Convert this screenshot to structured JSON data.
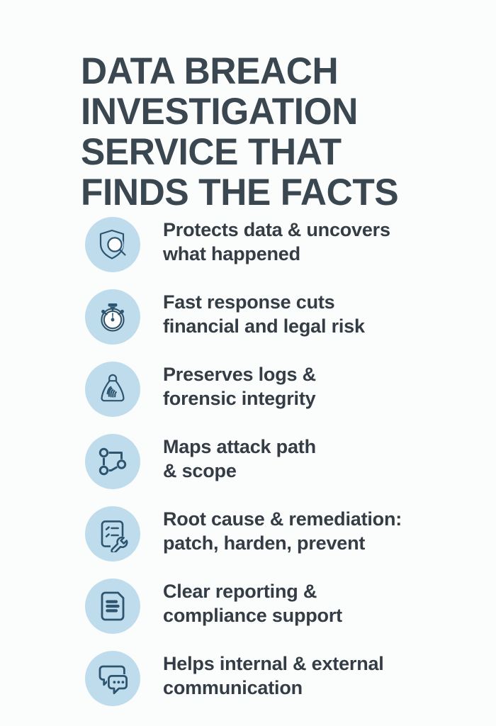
{
  "meta": {
    "background_color": "#fbfcfc",
    "heading_color": "#3a4750",
    "body_text_color": "#343d45",
    "badge_color": "#bfdcec",
    "icon_stroke_color": "#2e5570"
  },
  "heading": {
    "full_text": "DATA BREACH INVESTIGATION SERVICE THAT FINDS THE FACTS",
    "lines": [
      "DATA BREACH",
      "INVESTIGATION",
      "SERVICE THAT",
      "FINDS THE FACTS"
    ]
  },
  "benefits": [
    {
      "icon": "shield-magnifier-icon",
      "text": "Protects data & uncovers what happened",
      "lines": [
        "Protects data & uncovers",
        "what happened"
      ]
    },
    {
      "icon": "stopwatch-icon",
      "text": "Fast response cuts financial and legal risk",
      "lines": [
        "Fast response cuts",
        "financial and legal risk"
      ]
    },
    {
      "icon": "evidence-bag-fingerprint-icon",
      "text": "Preserves logs & forensic integrity",
      "lines": [
        "Preserves logs &",
        "forensic integrity"
      ]
    },
    {
      "icon": "node-graph-path-icon",
      "text": "Maps attack path & scope",
      "lines": [
        "Maps attack path",
        "& scope"
      ]
    },
    {
      "icon": "checklist-wrench-icon",
      "text": "Root cause & remediation: patch, harden, prevent",
      "lines": [
        "Root cause & remediation:",
        "patch, harden, prevent"
      ]
    },
    {
      "icon": "document-lines-icon",
      "text": "Clear reporting & compliance support",
      "lines": [
        "Clear reporting &",
        "compliance support"
      ]
    },
    {
      "icon": "speech-bubbles-icon",
      "text": "Helps internal & external communication",
      "lines": [
        "Helps internal & external",
        "communication"
      ]
    }
  ]
}
